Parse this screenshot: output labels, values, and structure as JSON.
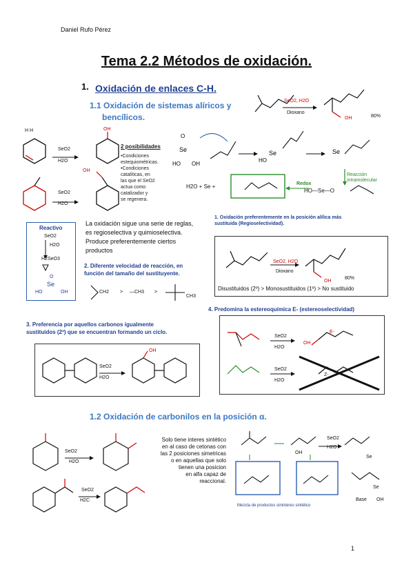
{
  "header": {
    "author": "Daniel Rufo Pérez",
    "title": "Tema 2.2 Métodos de oxidación."
  },
  "section1": {
    "number": "1.",
    "title": "Oxidación de enlaces C-H.",
    "sub1": "1.1 Oxidación de sistemas alíricos y",
    "sub1b": "bencílicos."
  },
  "reagents": {
    "seo2": "SeO2",
    "h2o": "H2O",
    "seo2h2o": "SeO2, H2O",
    "dioxano": "Dioxano",
    "yield": "80%",
    "oh": "OH"
  },
  "posibilidades": {
    "heading": "2 posibilidades",
    "l1": "•Condiciones",
    "l2": "estequiométricas.",
    "l3": "•Condiciones",
    "l4": "catalíticas, en",
    "l5": "las que el SeO2",
    "l6": "actua como",
    "l7": "catalizador y",
    "l8": "se regenera."
  },
  "mechanism": {
    "redox": "Redox",
    "reaccion": "Reacción",
    "intramolecular": "intramolecular",
    "h2o_se": "H2O  +  Se  +",
    "hoseo": "HO—Se—O"
  },
  "reactivo": {
    "title": "Reactivo",
    "l1": "SeO2",
    "l2": "H2O",
    "l3": "H2SeO3",
    "se": "Se",
    "ho": "HO",
    "oh": "OH",
    "o": "O"
  },
  "rules": {
    "intro1": "La oxidación sigue una serie de reglas,",
    "intro2": "es regioselectiva y quimioselectiva.",
    "intro3": "Produce preferentemente ciertos",
    "intro4": "productos",
    "r1a": "1. Oxidación preferentemente en la posición alílica más",
    "r1b": "sustituida (Regioselectividad).",
    "r2a": "2. Diferente velocidad de reacción, en",
    "r2b": "función del tamaño del sustituyente.",
    "r3a": "3. Preferencia por aquellos carbonos igualmente",
    "r3b": "sustituidos (2º) que se encuentran formando un ciclo.",
    "r4": "4. Predomina la estereoquímica E- (estereoselectividad)",
    "order": "Disustituidos (2º) > Monosustituidos (1º) > No sustituido",
    "ch2": "CH2",
    "ch3": "—CH3",
    "ch3b": "CH3",
    "gt": ">",
    "e": "E-",
    "z": "Z-"
  },
  "section12": {
    "title": "1.2 Oxidación de carbonilos en la posición α.",
    "note": [
      "Solo tiene interes sintético",
      "en al caso de cetonas con",
      "las 2 posiciones simetricas",
      "o en aquellas que solo",
      "tienen una posicion",
      "en alfa capaz de",
      "reaccional."
    ],
    "mezcla": "Mezcla de productos sininteres sintético",
    "base": "Base",
    "sedo2": "SeO2",
    "h2c": "H2C"
  },
  "footer": {
    "page": "1"
  }
}
